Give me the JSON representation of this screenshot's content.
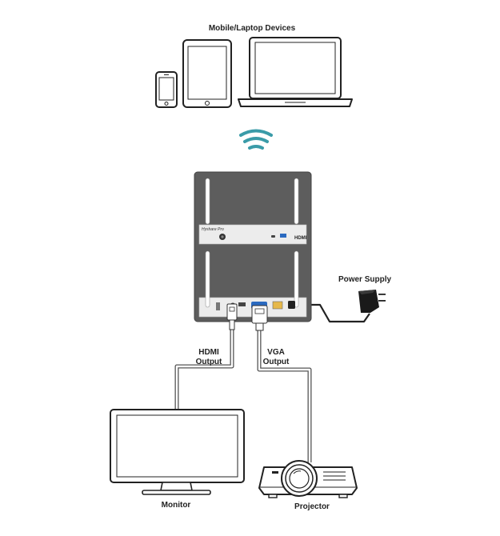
{
  "labels": {
    "devices": "Mobile/Laptop Devices",
    "power_supply": "Power Supply",
    "hdmi_output": [
      "HDMI",
      "Output"
    ],
    "vga_output": [
      "VGA",
      "Output"
    ],
    "monitor": "Monitor",
    "projector": "Projector"
  },
  "colors": {
    "wifi": "#3a9ba8",
    "device_dark": "#5a5a5a",
    "device_panel": "#e8e8e8",
    "cable": "#555555",
    "vga_accent": "#2a6ac0"
  },
  "icons": [
    "phone-icon",
    "tablet-icon",
    "laptop-icon",
    "wifi-icon",
    "antenna-icon",
    "power-adapter-icon",
    "monitor-icon",
    "projector-icon"
  ]
}
